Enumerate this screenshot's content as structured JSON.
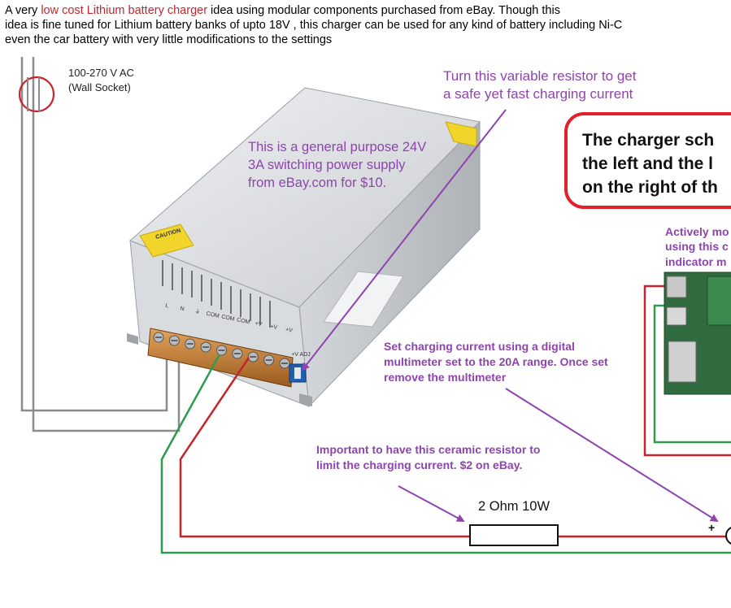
{
  "intro": {
    "line1_pre": "A very ",
    "line1_highlight": "low cost Lithium battery charger",
    "line1_post": " idea using modular  components purchased from eBay. Though this",
    "line2": "idea is fine tuned for Lithium battery banks of upto 18V , this charger can be used for any kind of battery including Ni-C",
    "line3": "even the car battery with very little modifications to the settings"
  },
  "source": {
    "line1": "100-270 V AC",
    "line2": "(Wall Socket)"
  },
  "psu": {
    "caution": "CAUTION",
    "terminal_labels": [
      "L",
      "N",
      "⏚",
      "COM",
      "COM",
      "COM",
      "+V",
      "+V",
      "+V"
    ],
    "adj_label": "+V ADJ"
  },
  "annotations": {
    "variable_resistor": [
      "Turn this variable resistor to get",
      "a safe yet fast charging current"
    ],
    "power_supply": [
      "This is a general purpose 24V",
      "3A switching power supply",
      "from eBay.com for $10."
    ],
    "multimeter": [
      "Set charging current using a digital",
      "multimeter set to the 20A range. Once set",
      "remove the multimeter"
    ],
    "ceramic_resistor": [
      "Important to have this ceramic resistor to",
      "limit the charging current. $2 on eBay."
    ],
    "indicator": [
      "Actively mo",
      "using this c",
      "indicator m"
    ]
  },
  "callout": [
    "The charger sch",
    "the left and the l",
    "on the right of th"
  ],
  "resistor": {
    "label": "2 Ohm 10W"
  },
  "battery": {
    "plus": "+"
  },
  "colors": {
    "wire_red": "#c8232c",
    "wire_green": "#2e9b4e",
    "wire_grey": "#8c8c8c",
    "annotation_purple": "#8e44ad",
    "callout_border": "#e0202b",
    "highlight_red": "#c0282d"
  }
}
